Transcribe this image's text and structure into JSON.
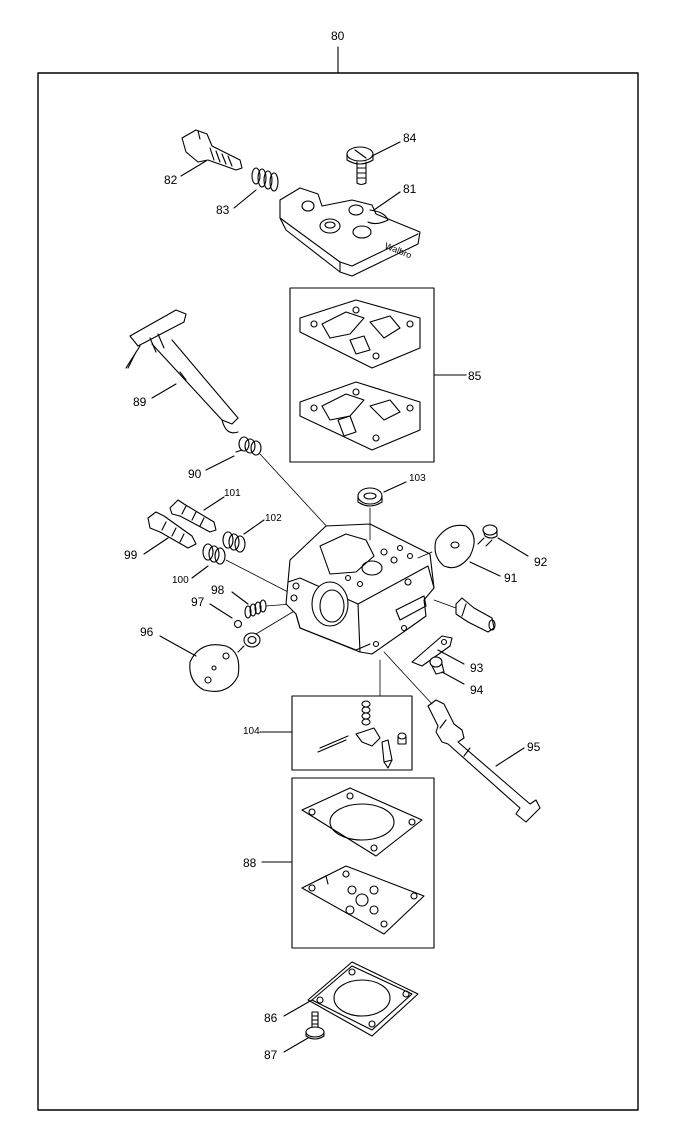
{
  "labels": {
    "frame": "80",
    "screw_82": "82",
    "spring_83": "83",
    "screw_84": "84",
    "cover_81": "81",
    "gasket_85": "85",
    "lever_89": "89",
    "spring_90": "90",
    "screw_101": "101",
    "spring_102": "102",
    "plug_103": "103",
    "screw_99": "99",
    "spring_100": "100",
    "plate_91": "91",
    "screw_92": "92",
    "spring_98": "98",
    "ball_97": "97",
    "cover_96": "96",
    "clip_93": "93",
    "screw_94": "94",
    "kit_104": "104",
    "shaft_95": "95",
    "gasket_88": "88",
    "diaphragm_86": "86",
    "screw_87": "87"
  },
  "brand_mark": "Walbro"
}
